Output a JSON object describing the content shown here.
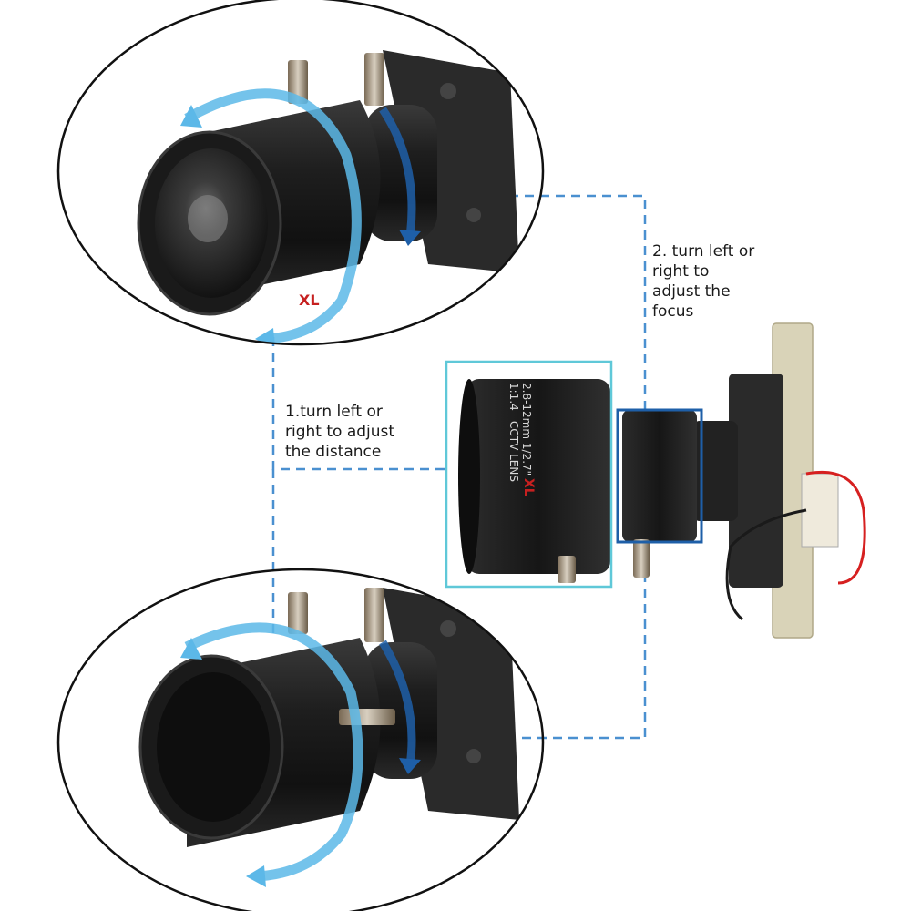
{
  "annotations": {
    "focus": {
      "lines": [
        "2. turn left or",
        "right to",
        "adjust the",
        "focus"
      ]
    },
    "distance": {
      "lines": [
        "1.turn left or",
        "right to adjust",
        "the distance"
      ]
    }
  },
  "lens_markings": {
    "brand_mark": "XL",
    "spec_line_1": "1:1.4",
    "spec_line_2": "CCTV LENS",
    "spec_line_3": "2.8-12mm 1/2.7\""
  },
  "colors": {
    "guide_line": "#4a90d0",
    "rotation_arrow": "#5cb8e8",
    "highlight_box_main": "#5fc8d8",
    "highlight_box_focus": "#1e5fa8",
    "lens_body": "#1c1c1c",
    "pcb": "#d9d3b8",
    "wire_red": "#d62020"
  },
  "icons": [
    "rotation-arrow-icon",
    "screw-icon"
  ]
}
